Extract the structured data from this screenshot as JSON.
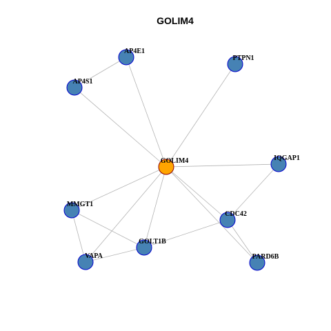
{
  "title": "GOLIM4",
  "colors": {
    "hub_fill": "#FFA500",
    "hub_stroke": "#8B0000",
    "node_fill": "#4682B4",
    "node_stroke": "#0000CD",
    "edge": "#B3B3B3"
  },
  "nodes": [
    {
      "id": "GOLIM4",
      "label": "GOLIM4",
      "hub": true
    },
    {
      "id": "AP4E1",
      "label": "AP4E1"
    },
    {
      "id": "AP4S1",
      "label": "AP4S1"
    },
    {
      "id": "PTPN1",
      "label": "PTPN1"
    },
    {
      "id": "IQGAP1",
      "label": "IQGAP1"
    },
    {
      "id": "CDC42",
      "label": "CDC42"
    },
    {
      "id": "PARD6B",
      "label": "PARD6B"
    },
    {
      "id": "MMGT1",
      "label": "MMGT1"
    },
    {
      "id": "GOLT1B",
      "label": "GOLT1B"
    },
    {
      "id": "VAPA",
      "label": "VAPA"
    }
  ],
  "edges": [
    [
      "AP4E1",
      "AP4S1"
    ],
    [
      "AP4E1",
      "GOLIM4"
    ],
    [
      "AP4S1",
      "GOLIM4"
    ],
    [
      "PTPN1",
      "GOLIM4"
    ],
    [
      "IQGAP1",
      "GOLIM4"
    ],
    [
      "IQGAP1",
      "CDC42"
    ],
    [
      "GOLIM4",
      "CDC42"
    ],
    [
      "GOLIM4",
      "PARD6B"
    ],
    [
      "CDC42",
      "PARD6B"
    ],
    [
      "GOLIM4",
      "MMGT1"
    ],
    [
      "GOLIM4",
      "GOLT1B"
    ],
    [
      "GOLIM4",
      "VAPA"
    ],
    [
      "MMGT1",
      "GOLT1B"
    ],
    [
      "MMGT1",
      "VAPA"
    ],
    [
      "GOLT1B",
      "VAPA"
    ],
    [
      "GOLT1B",
      "CDC42"
    ]
  ]
}
